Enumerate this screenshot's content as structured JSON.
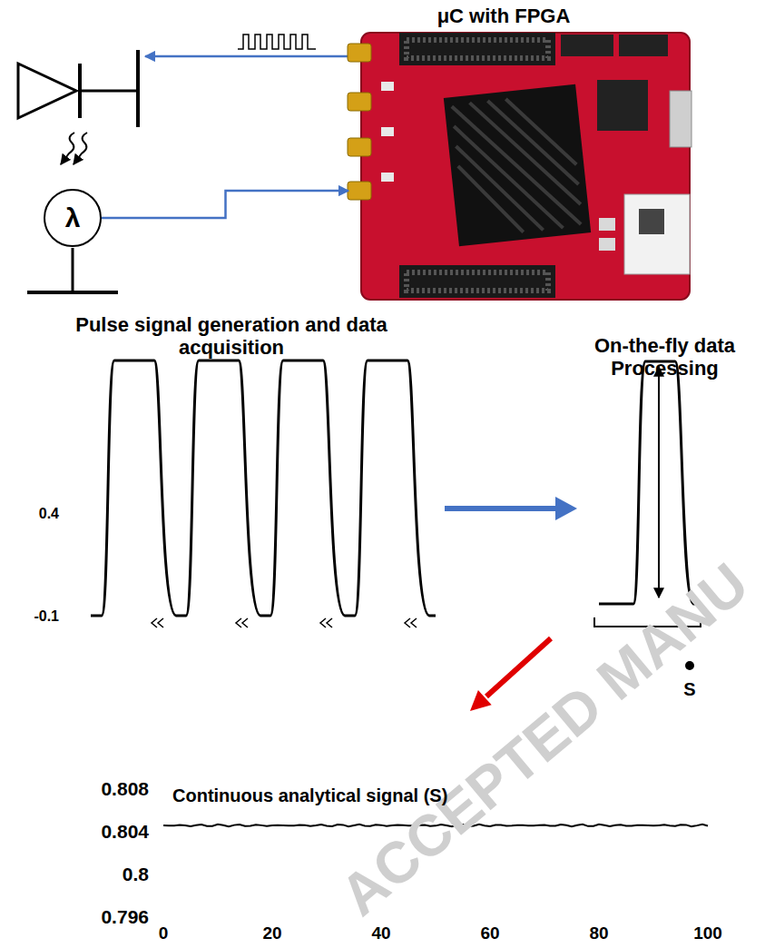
{
  "diagram": {
    "nodes": [
      {
        "text": [
          "μC with FPGA"
        ]
      },
      {
        "text": [
          "λ"
        ]
      }
    ],
    "edges": [
      {
        "from": 1,
        "to": 0,
        "arrow": "to"
      }
    ],
    "labels": [
      "Pulse signal generation and data acquisition",
      "On-the-fly data Processing",
      "0.4",
      "-0.1",
      "S",
      "Continuous analytical signal (S)",
      "0.808",
      "0.804",
      "0.8",
      "0.796",
      "0",
      "20",
      "40",
      "60",
      "80",
      "100",
      "ACCEPTED MANU"
    ]
  }
}
